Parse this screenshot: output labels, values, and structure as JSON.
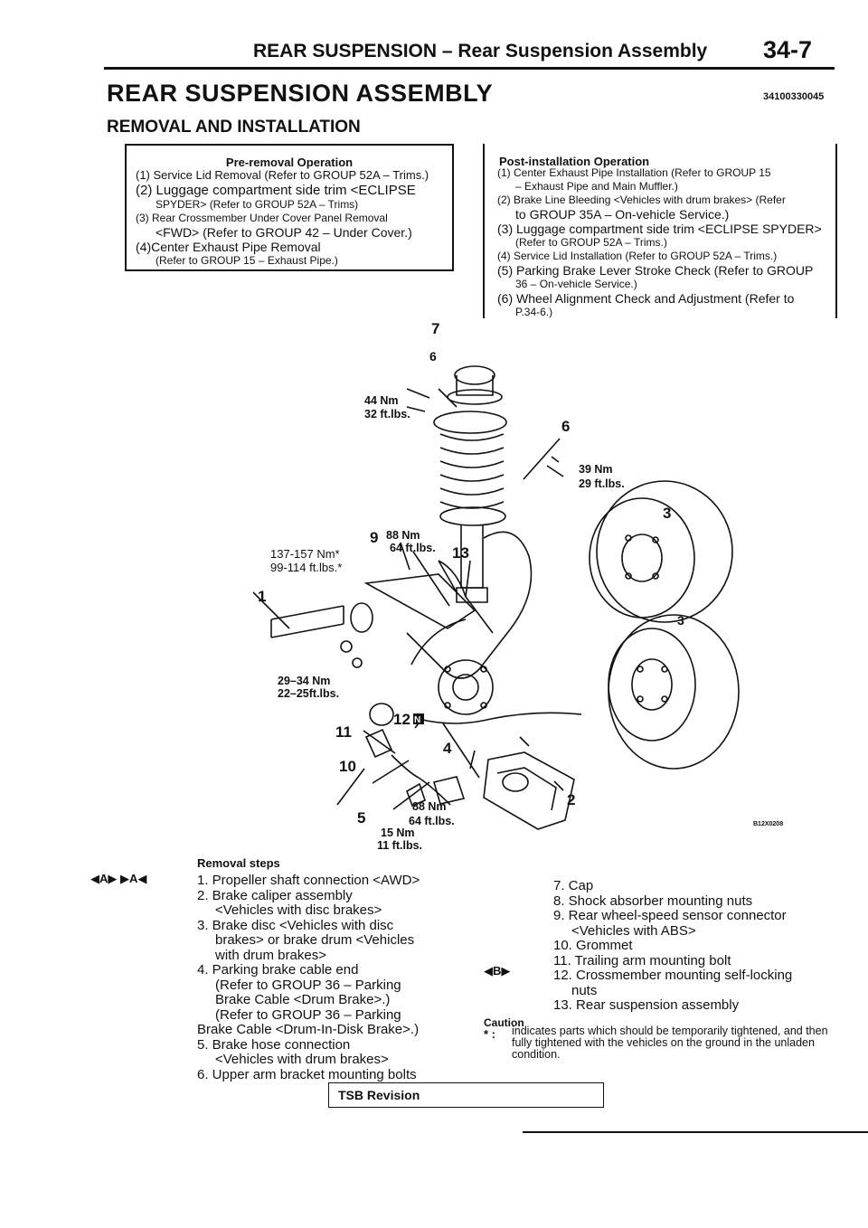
{
  "header": {
    "title": "REAR SUSPENSION – Rear Suspension Assembly",
    "page_number": "34-7"
  },
  "section_title": "REAR SUSPENSION ASSEMBLY",
  "doc_code": "34100330045",
  "subsection_title": "REMOVAL AND INSTALLATION",
  "pre_removal": {
    "title": "Pre-removal Operation",
    "lines": [
      "(1) Service Lid Removal (Refer to GROUP 52A – Trims.)",
      "(2) Luggage   compartment  side  trim  <ECLIPSE",
      "SPYDER>  (Refer to GROUP 52A – Trims)",
      "(3) Rear Crossmember Under Cover Panel Removal",
      "<FWD> (Refer to GROUP 42 – Under Cover.)",
      "(4)Center Exhaust Pipe Removal",
      "(Refer to GROUP 15 – Exhaust Pipe.)"
    ]
  },
  "post_installation": {
    "title": "Post-installation Operation",
    "lines": [
      "(1) Center Exhaust Pipe Installation (Refer to GROUP 15",
      "– Exhaust Pipe and Main Muffler.)",
      "(2) Brake Line Bleeding <Vehicles with drum brakes> (Refer",
      "to GROUP 35A – On-vehicle Service.)",
      "(3) Luggage compartment side trim <ECLIPSE SPYDER>",
      "(Refer to GROUP 52A – Trims.)",
      "(4) Service Lid Installation (Refer to GROUP 52A – Trims.)",
      "(5) Parking Brake Lever Stroke Check (Refer to GROUP",
      "36 – On-vehicle Service.)",
      "(6) Wheel Alignment Check and Adjustment (Refer to",
      "P.34-6.)"
    ]
  },
  "diagram": {
    "callouts": [
      "7",
      "6",
      "6",
      "3",
      "3",
      "9",
      "13",
      "1",
      "12",
      "11",
      "4",
      "10",
      "5",
      "2"
    ],
    "torques": {
      "t1": [
        "44 Nm",
        "32 ft.lbs."
      ],
      "t2": [
        "39 Nm",
        "29 ft.lbs."
      ],
      "t3": [
        "88 Nm",
        "64 ft.lbs."
      ],
      "t4": [
        "137-157 Nm*",
        "99-114 ft.lbs.*"
      ],
      "t5": [
        "29–34 Nm",
        "22–25ft.lbs."
      ],
      "t6": [
        "88 Nm",
        "64 ft.lbs."
      ],
      "t7": [
        "15 Nm",
        "11 ft.lbs."
      ]
    },
    "nut_marker": "N",
    "figure_code": "B12X0208"
  },
  "removal": {
    "label": "Removal   steps",
    "marker_a": "◀A▶  ▶A◀",
    "marker_b": "◀B▶",
    "left_steps": [
      [
        "1. Propeller shaft connection <AWD>",
        false
      ],
      [
        "2. Brake caliper assembly",
        false
      ],
      [
        "<Vehicles with disc brakes>",
        true
      ],
      [
        "3. Brake disc <Vehicles with disc",
        false
      ],
      [
        "brakes> or brake drum <Vehicles",
        true
      ],
      [
        "with drum brakes>",
        true
      ],
      [
        "4. Parking brake cable end",
        false
      ],
      [
        "(Refer to GROUP 36 – Parking",
        true
      ],
      [
        "Brake Cable <Drum Brake>.)",
        true
      ],
      [
        "(Refer to GROUP 36 – Parking",
        true
      ],
      [
        "Brake Cable <Drum-In-Disk Brake>.)",
        false
      ],
      [
        "5. Brake hose connection",
        false
      ],
      [
        "<Vehicles with drum brakes>",
        true
      ],
      [
        "6. Upper arm bracket mounting bolts",
        false
      ]
    ],
    "right_steps": [
      [
        "7. Cap",
        false
      ],
      [
        "8. Shock absorber mounting nuts",
        false
      ],
      [
        "9.  Rear  wheel-speed  sensor  connector",
        false
      ],
      [
        "<Vehicles with ABS>",
        true
      ],
      [
        "10.  Grommet",
        false
      ],
      [
        "11. Trailing arm mounting bolt",
        false
      ],
      [
        "12. Crossmember mounting self-locking",
        false
      ],
      [
        "nuts",
        true
      ],
      [
        "13.  Rear  suspension  assembly",
        false
      ]
    ]
  },
  "caution": {
    "label": "Caution",
    "star": "* :",
    "text": "indicates parts which should be temporarily tightened, and then fully tightened with the vehicles on the ground in the unladen condition."
  },
  "tsb": "TSB  Revision"
}
